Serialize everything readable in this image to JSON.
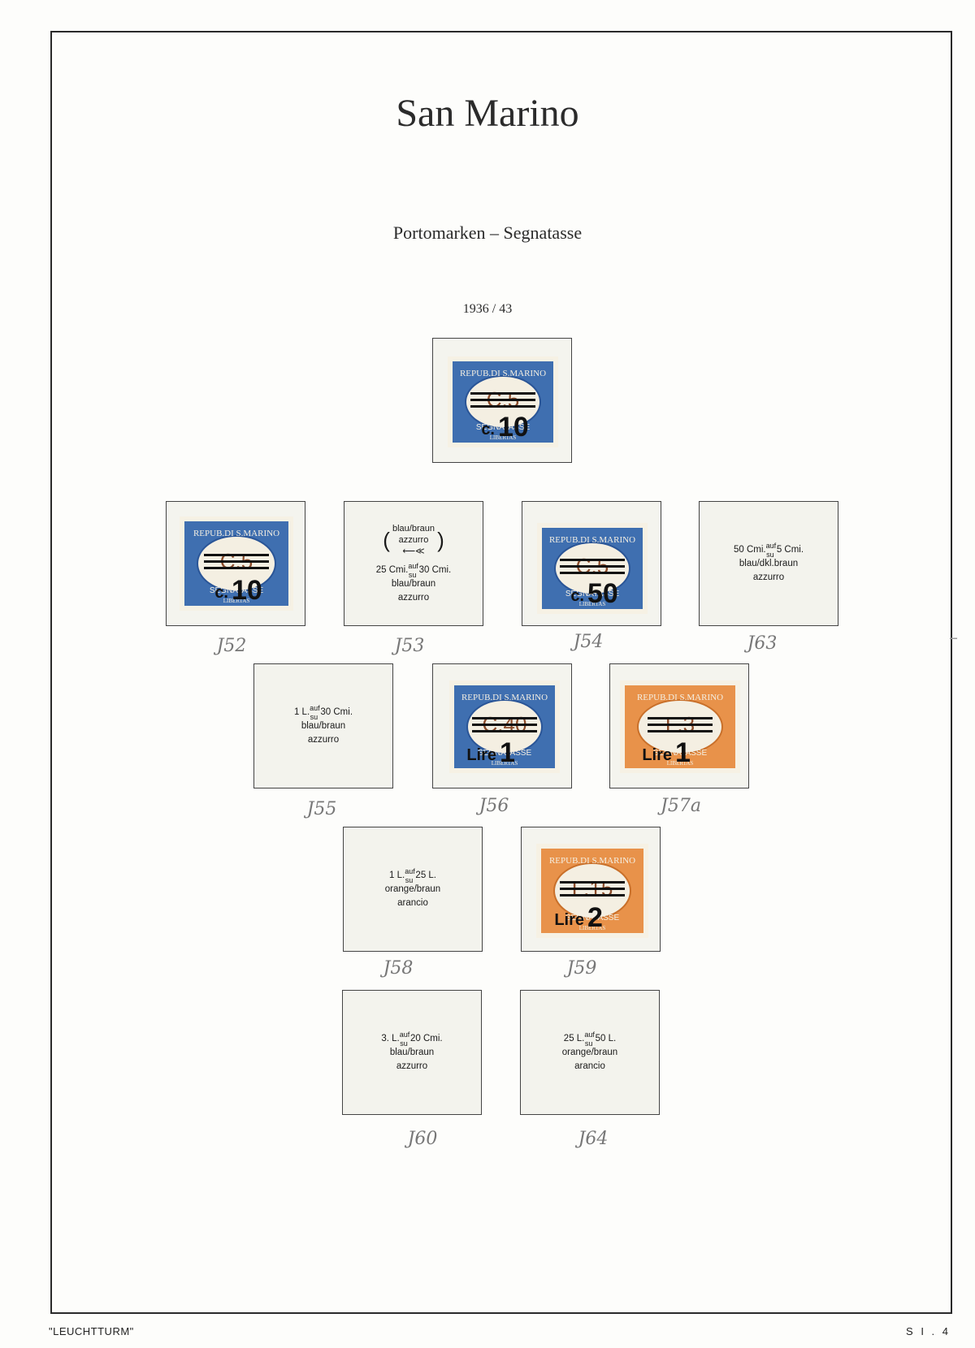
{
  "page": {
    "title": "San Marino",
    "subtitle": "Portomarken – Segnatasse",
    "years": "1936 / 43",
    "footer_left": "\"LEUCHTTURM\"",
    "footer_right": "S I . 4"
  },
  "stamps": [
    {
      "id": "top",
      "color": "blue",
      "old": "C.5",
      "new_prefix": "c.",
      "new_value": "10",
      "caption": ""
    },
    {
      "id": "j52",
      "color": "blue",
      "old": "C.5",
      "new_prefix": "c.",
      "new_value": "10",
      "caption": "J52"
    },
    {
      "id": "j54",
      "color": "blue",
      "old": "C.5",
      "new_prefix": "c.",
      "new_value": "50",
      "caption": "J54"
    },
    {
      "id": "j56",
      "color": "blue",
      "old": "C.40",
      "new_prefix": "Lire",
      "new_value": "1",
      "caption": "J56"
    },
    {
      "id": "j57",
      "color": "orange",
      "old": "L.3",
      "new_prefix": "Lire",
      "new_value": "1",
      "caption": "J57a"
    },
    {
      "id": "j59",
      "color": "orange",
      "old": "L.15",
      "new_prefix": "Lire",
      "new_value": "2",
      "caption": "J59"
    }
  ],
  "stamp_text": {
    "top": "REPUB.DI S.MARINO",
    "left": "SEGNATASSE",
    "bottom": "LIBERTAS"
  },
  "mounts": {
    "j53": {
      "legend_top": "blau/braun",
      "legend_mid": "azzurro",
      "value_from": "25 Cmi.",
      "auf": "auf",
      "su": "su",
      "value_to": "30 Cmi.",
      "color_de": "blau/braun",
      "color_it": "azzurro",
      "caption": "J53"
    },
    "j63": {
      "value_from": "50 Cmi.",
      "auf": "auf",
      "su": "su",
      "value_to": "5 Cmi.",
      "color_de": "blau/dkl.braun",
      "color_it": "azzurro",
      "caption": "J63"
    },
    "j55": {
      "value_from": "1 L.",
      "auf": "auf",
      "su": "su",
      "value_to": "30 Cmi.",
      "color_de": "blau/braun",
      "color_it": "azzurro",
      "caption": "J55"
    },
    "j58": {
      "value_from": "1 L.",
      "auf": "auf",
      "su": "su",
      "value_to": "25 L.",
      "color_de": "orange/braun",
      "color_it": "arancio",
      "caption": "J58"
    },
    "j60": {
      "value_from": "3. L.",
      "auf": "auf",
      "su": "su",
      "value_to": "20 Cmi.",
      "color_de": "blau/braun",
      "color_it": "azzurro",
      "caption": "J60"
    },
    "j64": {
      "value_from": "25 L.",
      "auf": "auf",
      "su": "su",
      "value_to": "50 L.",
      "color_de": "orange/braun",
      "color_it": "arancio",
      "caption": "J64"
    }
  },
  "colors": {
    "blue_stamp": "#3f6fb0",
    "orange_stamp": "#e8924a",
    "overprint": "#111111",
    "mount_bg": "#f3f3ed"
  }
}
